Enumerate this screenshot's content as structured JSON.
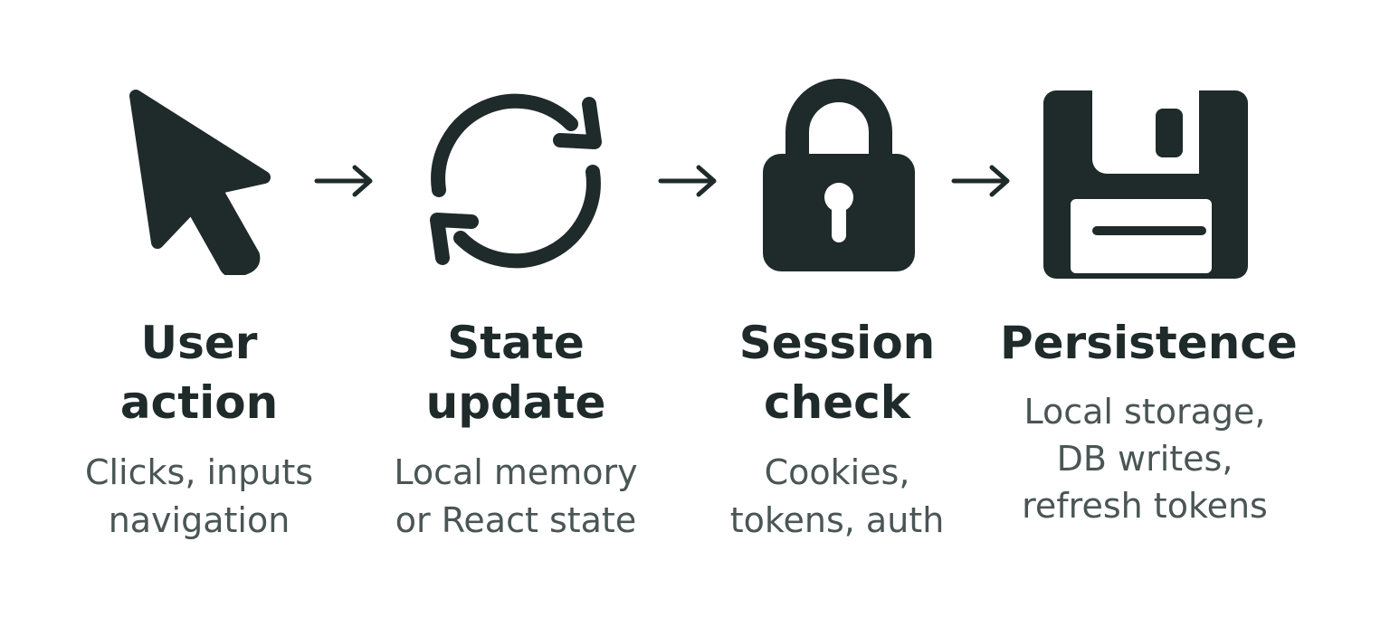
{
  "colors": {
    "icon": "#1f2a2a",
    "title": "#1f2a2a",
    "description": "#4a5555",
    "background": "#ffffff"
  },
  "steps": [
    {
      "icon": "cursor-icon",
      "title": "User\naction",
      "description": "Clicks, inputs\nnavigation"
    },
    {
      "icon": "refresh-icon",
      "title": "State\nupdate",
      "description": "Local memory\nor React state"
    },
    {
      "icon": "lock-icon",
      "title": "Session\ncheck",
      "description": "Cookies,\ntokens, auth"
    },
    {
      "icon": "floppy-disk-icon",
      "title": "Persistence",
      "description": "Local storage,\nDB writes,\nrefresh tokens"
    }
  ]
}
